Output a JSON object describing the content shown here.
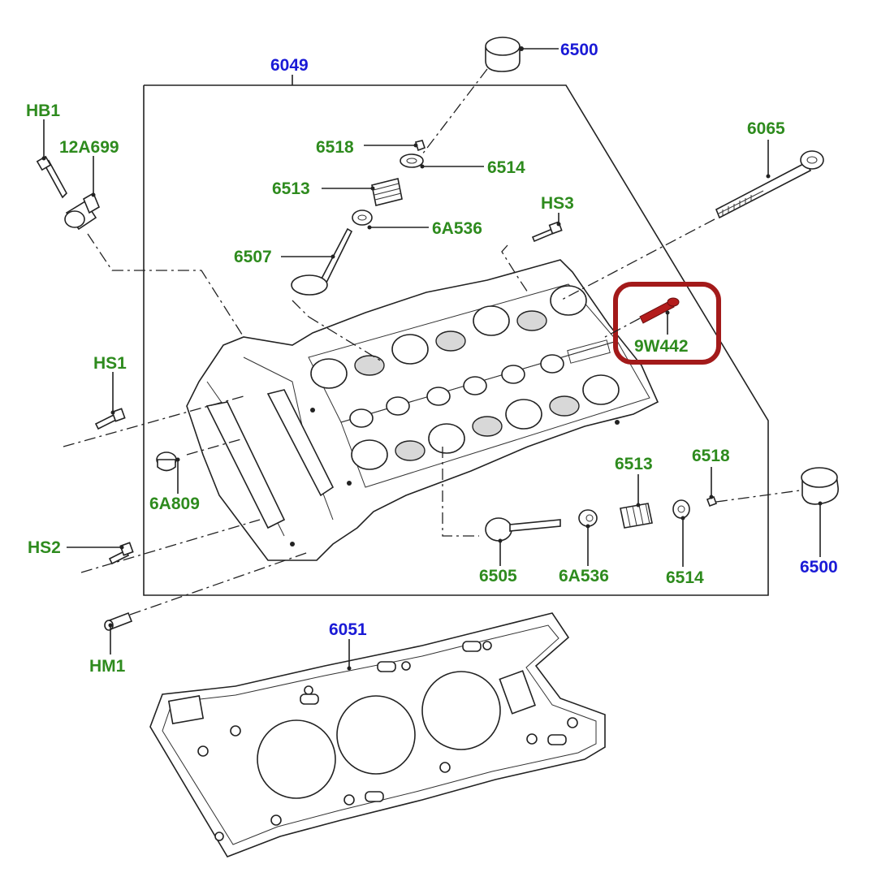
{
  "diagram": {
    "highlight_color": "#a31a1a",
    "label_color_green": "#2e8b1e",
    "label_color_blue": "#1a1ad6",
    "labels": {
      "hb1": "HB1",
      "p12a699": "12A699",
      "p6049": "6049",
      "p6500_top": "6500",
      "p6518_top": "6518",
      "p6514_top": "6514",
      "p6513_top": "6513",
      "p6a536_top": "6A536",
      "p6507": "6507",
      "hs3": "HS3",
      "p6065": "6065",
      "p9w442": "9W442",
      "hs1": "HS1",
      "p6a809": "6A809",
      "hs2": "HS2",
      "p6513_bot": "6513",
      "p6518_bot": "6518",
      "p6505": "6505",
      "p6a536_bot": "6A536",
      "p6514_bot": "6514",
      "p6500_bot": "6500",
      "hm1": "HM1",
      "p6051": "6051"
    }
  }
}
